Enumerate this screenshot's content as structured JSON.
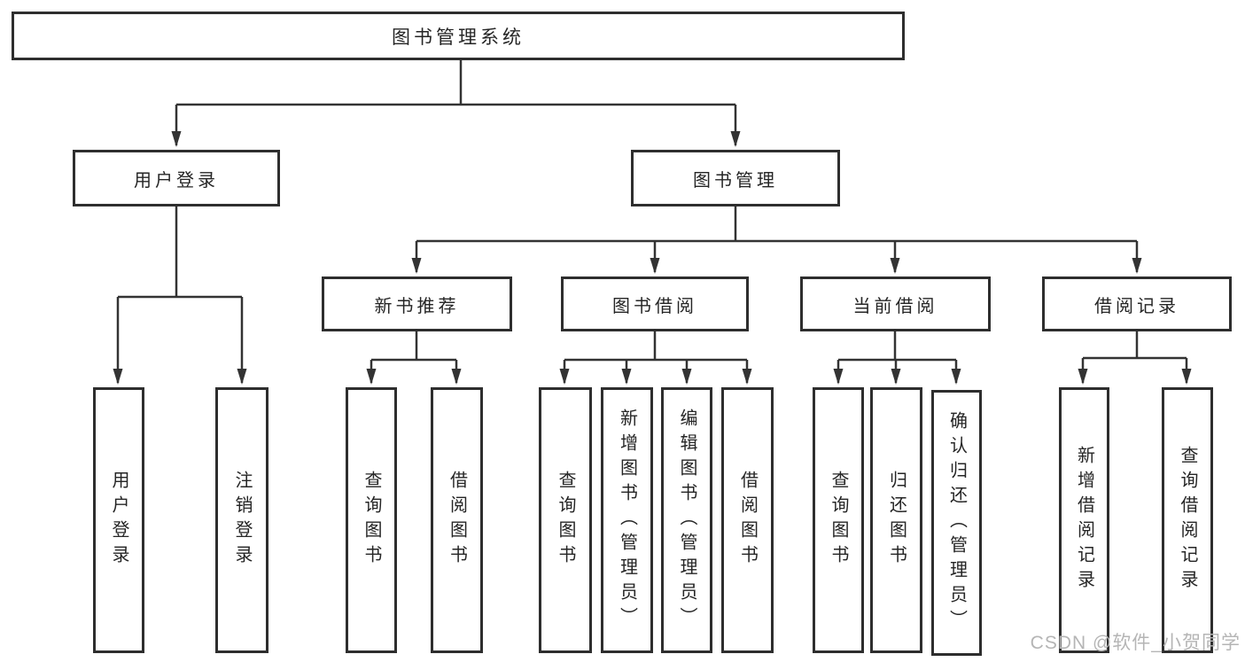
{
  "title": "图书管理系统",
  "watermark": "CSDN @软件_小贺同学",
  "level2": {
    "user_login": "用户登录",
    "book_mgmt": "图书管理"
  },
  "level3": {
    "new_book": "新书推荐",
    "borrow": "图书借阅",
    "current": "当前借阅",
    "records": "借阅记录"
  },
  "leaves": {
    "login": [
      "用户登录",
      "注销登录"
    ],
    "new_book": [
      "查询图书",
      "借阅图书"
    ],
    "borrow": [
      "查询图书",
      "新增图书（管理员）",
      "编辑图书（管理员）",
      "借阅图书"
    ],
    "current": [
      "查询图书",
      "归还图书",
      "确认归还（管理员）"
    ],
    "records": [
      "新增借阅记录",
      "查询借阅记录"
    ]
  },
  "colors": {
    "box_border": "#2e2e2e",
    "line": "#333333",
    "text": "#252525",
    "watermark": "#b5b5b5",
    "background": "#ffffff"
  }
}
